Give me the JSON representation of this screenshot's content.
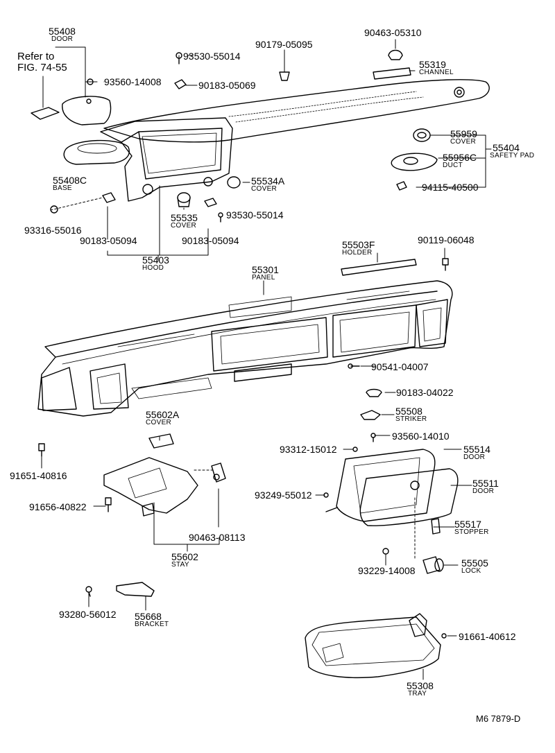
{
  "refer_note": {
    "line1": "Refer to",
    "line2": "FIG. 74-55"
  },
  "drawing_code": "M6  7879-D",
  "parts": [
    {
      "key": "p55408",
      "number": "55408",
      "name": "DOOR"
    },
    {
      "key": "p93530a",
      "number": "93530-55014",
      "name": ""
    },
    {
      "key": "p90179",
      "number": "90179-05095",
      "name": ""
    },
    {
      "key": "p90463a",
      "number": "90463-05310",
      "name": ""
    },
    {
      "key": "p55319",
      "number": "55319",
      "name": "CHANNEL"
    },
    {
      "key": "p93560a",
      "number": "93560-14008",
      "name": ""
    },
    {
      "key": "p90183a",
      "number": "90183-05069",
      "name": ""
    },
    {
      "key": "p55959",
      "number": "55959",
      "name": "COVER"
    },
    {
      "key": "p55404",
      "number": "55404",
      "name": "SAFETY PAD"
    },
    {
      "key": "p55956c",
      "number": "55956C",
      "name": "DUCT"
    },
    {
      "key": "p94115",
      "number": "94115-40500",
      "name": ""
    },
    {
      "key": "p55408c",
      "number": "55408C",
      "name": "BASE"
    },
    {
      "key": "p55534a",
      "number": "55534A",
      "name": "COVER"
    },
    {
      "key": "p55535",
      "number": "55535",
      "name": "COVER"
    },
    {
      "key": "p93530b",
      "number": "93530-55014",
      "name": ""
    },
    {
      "key": "p93316",
      "number": "93316-55016",
      "name": ""
    },
    {
      "key": "p90183b",
      "number": "90183-05094",
      "name": ""
    },
    {
      "key": "p90183c",
      "number": "90183-05094",
      "name": ""
    },
    {
      "key": "p55403",
      "number": "55403",
      "name": "HOOD"
    },
    {
      "key": "p55503f",
      "number": "55503F",
      "name": "HOLDER"
    },
    {
      "key": "p90119",
      "number": "90119-06048",
      "name": ""
    },
    {
      "key": "p55301",
      "number": "55301",
      "name": "PANEL"
    },
    {
      "key": "p90541",
      "number": "90541-04007",
      "name": ""
    },
    {
      "key": "p90183d",
      "number": "90183-04022",
      "name": ""
    },
    {
      "key": "p55508",
      "number": "55508",
      "name": "STRIKER"
    },
    {
      "key": "p55602a",
      "number": "55602A",
      "name": "COVER"
    },
    {
      "key": "p93560b",
      "number": "93560-14010",
      "name": ""
    },
    {
      "key": "p93312",
      "number": "93312-15012",
      "name": ""
    },
    {
      "key": "p55514",
      "number": "55514",
      "name": "DOOR"
    },
    {
      "key": "p91651",
      "number": "91651-40816",
      "name": ""
    },
    {
      "key": "p55511",
      "number": "55511",
      "name": "DOOR"
    },
    {
      "key": "p93249",
      "number": "93249-55012",
      "name": ""
    },
    {
      "key": "p91656",
      "number": "91656-40822",
      "name": ""
    },
    {
      "key": "p55517",
      "number": "55517",
      "name": "STOPPER"
    },
    {
      "key": "p90463b",
      "number": "90463-08113",
      "name": ""
    },
    {
      "key": "p55602",
      "number": "55602",
      "name": "STAY"
    },
    {
      "key": "p93229",
      "number": "93229-14008",
      "name": ""
    },
    {
      "key": "p55505",
      "number": "55505",
      "name": "LOCK"
    },
    {
      "key": "p93280",
      "number": "93280-56012",
      "name": ""
    },
    {
      "key": "p55668",
      "number": "55668",
      "name": "BRACKET"
    },
    {
      "key": "p91661",
      "number": "91661-40612",
      "name": ""
    },
    {
      "key": "p55308",
      "number": "55308",
      "name": "TRAY"
    }
  ]
}
